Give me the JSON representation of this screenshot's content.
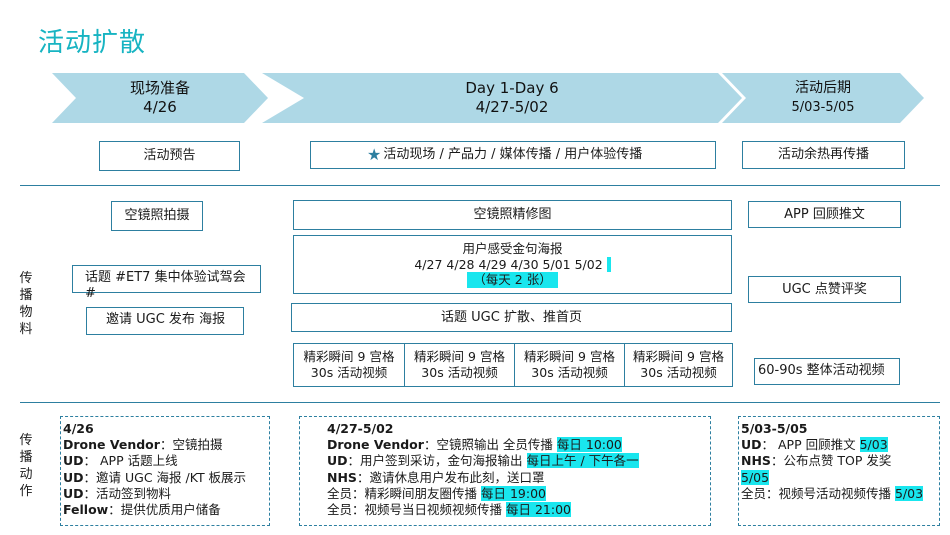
{
  "title": "活动扩散",
  "phases": [
    {
      "name": "现场准备",
      "date": "4/26"
    },
    {
      "name": "Day 1-Day 6",
      "date": "4/27-5/02"
    },
    {
      "name": "活动后期",
      "date": "5/03-5/05"
    }
  ],
  "overview": {
    "prep": "活动预告",
    "main_star": "★",
    "main": "活动现场 / 产品力 / 媒体传播 / 用户体验传播",
    "post": "活动余热再传播"
  },
  "materials_label": [
    "传",
    "播",
    "物",
    "料"
  ],
  "actions_label": [
    "传",
    "播",
    "动",
    "作"
  ],
  "materials": {
    "prep": [
      "空镜照拍摄",
      "话题 #ET7 集中体验试驾会 #",
      "邀请 UGC 发布 海报"
    ],
    "main_edit": "空镜照精修图",
    "main_poster_title": "用户感受金句海报",
    "main_poster_dates": "4/27  4/28  4/29  4/30  5/01  5/02",
    "main_poster_note": "（每天 2 张）",
    "main_topic": "话题 UGC 扩散、推首页",
    "main_grid": [
      {
        "line1": "精彩瞬间 9 宫格",
        "line2": "30s 活动视频"
      },
      {
        "line1": "精彩瞬间 9 宫格",
        "line2": "30s 活动视频"
      },
      {
        "line1": "精彩瞬间 9 宫格",
        "line2": "30s 活动视频"
      },
      {
        "line1": "精彩瞬间 9 宫格",
        "line2": "30s 活动视频"
      }
    ],
    "post": [
      "APP 回顾推文",
      "UGC 点赞评奖",
      "60-90s 整体活动视频"
    ]
  },
  "actions": {
    "prep": {
      "date": "4/26",
      "items": [
        {
          "who": "Drone Vendor",
          "what": "：空镜拍摄"
        },
        {
          "who": "UD",
          "what": "： APP 话题上线"
        },
        {
          "who": "UD",
          "what": "：邀请 UGC 海报 /KT 板展示"
        },
        {
          "who": "UD",
          "what": "：活动签到物料"
        },
        {
          "who": "Fellow",
          "what": "：提供优质用户储备"
        }
      ]
    },
    "main": {
      "date": "4/27-5/02",
      "items": [
        {
          "who": "Drone Vendor",
          "what": "：空镜照输出 全员传播 ",
          "hl": "每日 10:00"
        },
        {
          "who": "UD",
          "what": "：用户签到采访，金句海报输出 ",
          "hl": "每日上午 / 下午各一"
        },
        {
          "who": "NHS",
          "what": "：邀请休息用户发布此刻，送口罩",
          "hl": ""
        },
        {
          "who": "",
          "what": "全员：精彩瞬间朋友圈传播 ",
          "hl": "每日 19:00"
        },
        {
          "who": "",
          "what": "全员：视频号当日视频视频传播 ",
          "hl": "每日 21:00"
        }
      ]
    },
    "post": {
      "date": "5/03-5/05",
      "items": [
        {
          "who": "UD",
          "what": "： APP 回顾推文 ",
          "hl": "5/03"
        },
        {
          "who": "NHS",
          "what": "：公布点赞 TOP 发奖",
          "hl": ""
        },
        {
          "who": "",
          "what": "",
          "hl": "5/05"
        },
        {
          "who": "",
          "what": "全员：视频号活动视频传播 ",
          "hl": "5/03"
        }
      ]
    }
  }
}
